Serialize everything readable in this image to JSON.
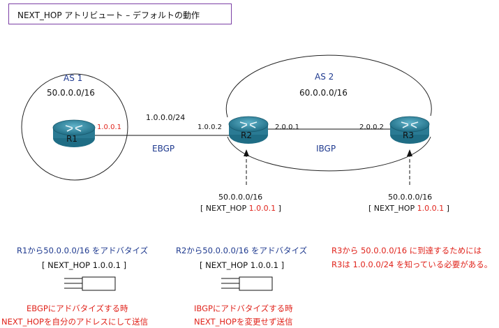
{
  "title": "NEXT_HOP アトリビュート – デフォルトの動作",
  "as1": {
    "name": "AS 1",
    "network": "50.0.0.0/16"
  },
  "as2": {
    "name": "AS 2",
    "network": "60.0.0.0/16"
  },
  "routers": {
    "r1": "R1",
    "r2": "R2",
    "r3": "R3"
  },
  "links": {
    "ebgp_subnet": "1.0.0.0/24",
    "ebgp_label": "EBGP",
    "ibgp_label": "IBGP",
    "r1_if": "1.0.0.1",
    "r2_if_ext": "1.0.0.2",
    "r2_if_int": "2.0.0.1",
    "r3_if": "2.0.0.2"
  },
  "route_r2": {
    "network": "50.0.0.0/16",
    "nh_prefix": "[ NEXT_HOP ",
    "nh_value": "1.0.0.1",
    "nh_suffix": " ]"
  },
  "route_r3": {
    "network": "50.0.0.0/16",
    "nh_prefix": "[ NEXT_HOP ",
    "nh_value": "1.0.0.1",
    "nh_suffix": " ]"
  },
  "notes": {
    "left_heading": "R1から50.0.0.0/16 をアドバタイズ",
    "left_nh": "[ NEXT_HOP 1.0.0.1 ]",
    "left_desc1": "EBGPにアドバタイズする時",
    "left_desc2": "NEXT_HOPを自分のアドレスにして送信",
    "mid_heading": "R2から50.0.0.0/16 をアドバタイズ",
    "mid_nh": "[ NEXT_HOP 1.0.0.1 ]",
    "mid_desc1": "IBGPにアドバタイズする時",
    "mid_desc2": "NEXT_HOPを変更せず送信",
    "right_line1": "R3から 50.0.0.0/16 に到達するためには",
    "right_line2": "R3は 1.0.0.0/24 を知っている必要がある。"
  },
  "colors": {
    "title_border": "#7b3fa5",
    "router": "#2f7f97",
    "blue_text": "#1f3a8f",
    "red_text": "#e0231b"
  }
}
